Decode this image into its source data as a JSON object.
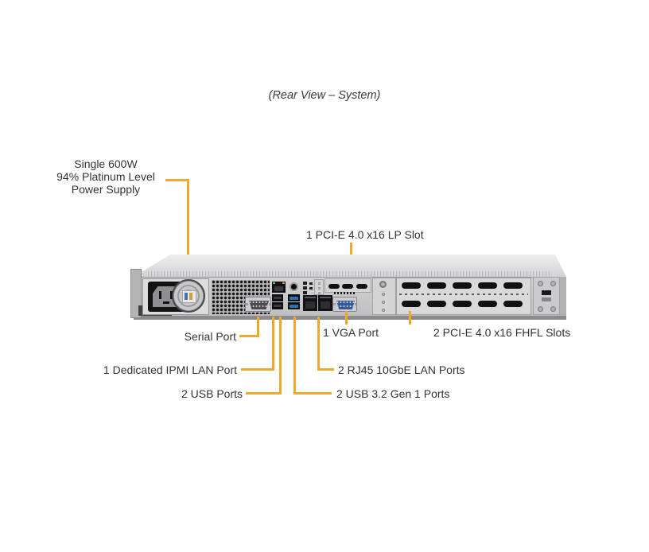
{
  "title": "(Rear View – System)",
  "colors": {
    "accent": "#F2A72E",
    "usb3_blue": "#2F6FB4",
    "vga_blue": "#35599C"
  },
  "callouts": {
    "power_supply": {
      "label_lines": [
        "Single 600W",
        "94% Platinum Level",
        "Power Supply"
      ]
    },
    "lp_slot": {
      "label": "1 PCI-E 4.0 x16 LP Slot"
    },
    "serial_port": {
      "label": "Serial Port"
    },
    "vga_port": {
      "label": "1 VGA Port"
    },
    "fhfl_slots": {
      "label": "2 PCI-E 4.0 x16 FHFL Slots"
    },
    "ipmi_lan": {
      "label": "1 Dedicated IPMI LAN Port"
    },
    "lan_ports": {
      "label": "2 RJ45 10GbE LAN Ports"
    },
    "usb_ports": {
      "label": "2 USB Ports"
    },
    "usb32_ports": {
      "label": "2 USB 3.2 Gen 1 Ports"
    }
  }
}
